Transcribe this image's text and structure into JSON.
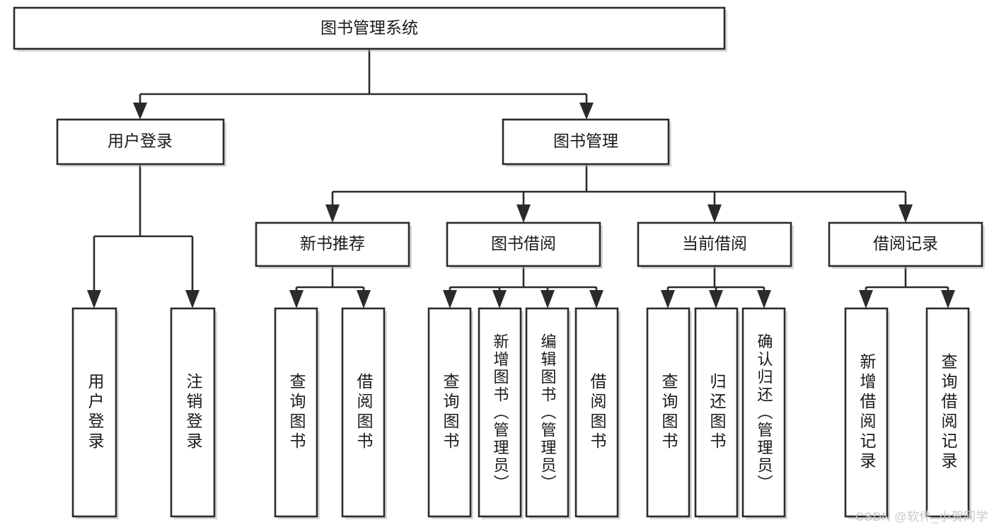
{
  "diagram": {
    "title": "图书管理系统",
    "type": "tree-hierarchy",
    "nodes": {
      "root": {
        "label": "图书管理系统",
        "level": 0
      },
      "user_login": {
        "label": "用户登录",
        "level": 1
      },
      "book_manage": {
        "label": "图书管理",
        "level": 1
      },
      "new_book_rec": {
        "label": "新书推荐",
        "level": 2
      },
      "book_borrow": {
        "label": "图书借阅",
        "level": 2
      },
      "current_borrow": {
        "label": "当前借阅",
        "level": 2
      },
      "borrow_record": {
        "label": "借阅记录",
        "level": 2
      },
      "leaf_user_login": {
        "label": "用户登录",
        "level": 3
      },
      "leaf_logout": {
        "label": "注销登录",
        "level": 3
      },
      "leaf_query_book_1": {
        "label": "查询图书",
        "level": 3
      },
      "leaf_borrow_book_1": {
        "label": "借阅图书",
        "level": 3
      },
      "leaf_query_book_2": {
        "label": "查询图书",
        "level": 3
      },
      "leaf_add_book": {
        "label": "新增图书（管理员）",
        "level": 3
      },
      "leaf_edit_book": {
        "label": "编辑图书（管理员）",
        "level": 3
      },
      "leaf_borrow_book_2": {
        "label": "借阅图书",
        "level": 3
      },
      "leaf_query_book_3": {
        "label": "查询图书",
        "level": 3
      },
      "leaf_return_book": {
        "label": "归还图书",
        "level": 3
      },
      "leaf_confirm_return": {
        "label": "确认归还（管理员）",
        "level": 3
      },
      "leaf_add_record": {
        "label": "新增借阅记录",
        "level": 3
      },
      "leaf_query_record": {
        "label": "查询借阅记录",
        "level": 3
      }
    },
    "edges": [
      {
        "from": "root",
        "to": "user_login"
      },
      {
        "from": "root",
        "to": "book_manage"
      },
      {
        "from": "user_login",
        "to": "leaf_user_login"
      },
      {
        "from": "user_login",
        "to": "leaf_logout"
      },
      {
        "from": "book_manage",
        "to": "new_book_rec"
      },
      {
        "from": "book_manage",
        "to": "book_borrow"
      },
      {
        "from": "book_manage",
        "to": "current_borrow"
      },
      {
        "from": "book_manage",
        "to": "borrow_record"
      },
      {
        "from": "new_book_rec",
        "to": "leaf_query_book_1"
      },
      {
        "from": "new_book_rec",
        "to": "leaf_borrow_book_1"
      },
      {
        "from": "book_borrow",
        "to": "leaf_query_book_2"
      },
      {
        "from": "book_borrow",
        "to": "leaf_add_book"
      },
      {
        "from": "book_borrow",
        "to": "leaf_edit_book"
      },
      {
        "from": "book_borrow",
        "to": "leaf_borrow_book_2"
      },
      {
        "from": "current_borrow",
        "to": "leaf_query_book_3"
      },
      {
        "from": "current_borrow",
        "to": "leaf_return_book"
      },
      {
        "from": "current_borrow",
        "to": "leaf_confirm_return"
      },
      {
        "from": "borrow_record",
        "to": "leaf_add_record"
      },
      {
        "from": "borrow_record",
        "to": "leaf_query_record"
      }
    ],
    "colors": {
      "box_border": "#2b2b2b",
      "box_fill": "#ffffff",
      "line": "#2b2b2b",
      "text": "#1a1a1a",
      "watermark": "#c8c8c8",
      "background": "#ffffff"
    }
  },
  "watermark": {
    "text": "CSDN @软件_小贺同学"
  }
}
